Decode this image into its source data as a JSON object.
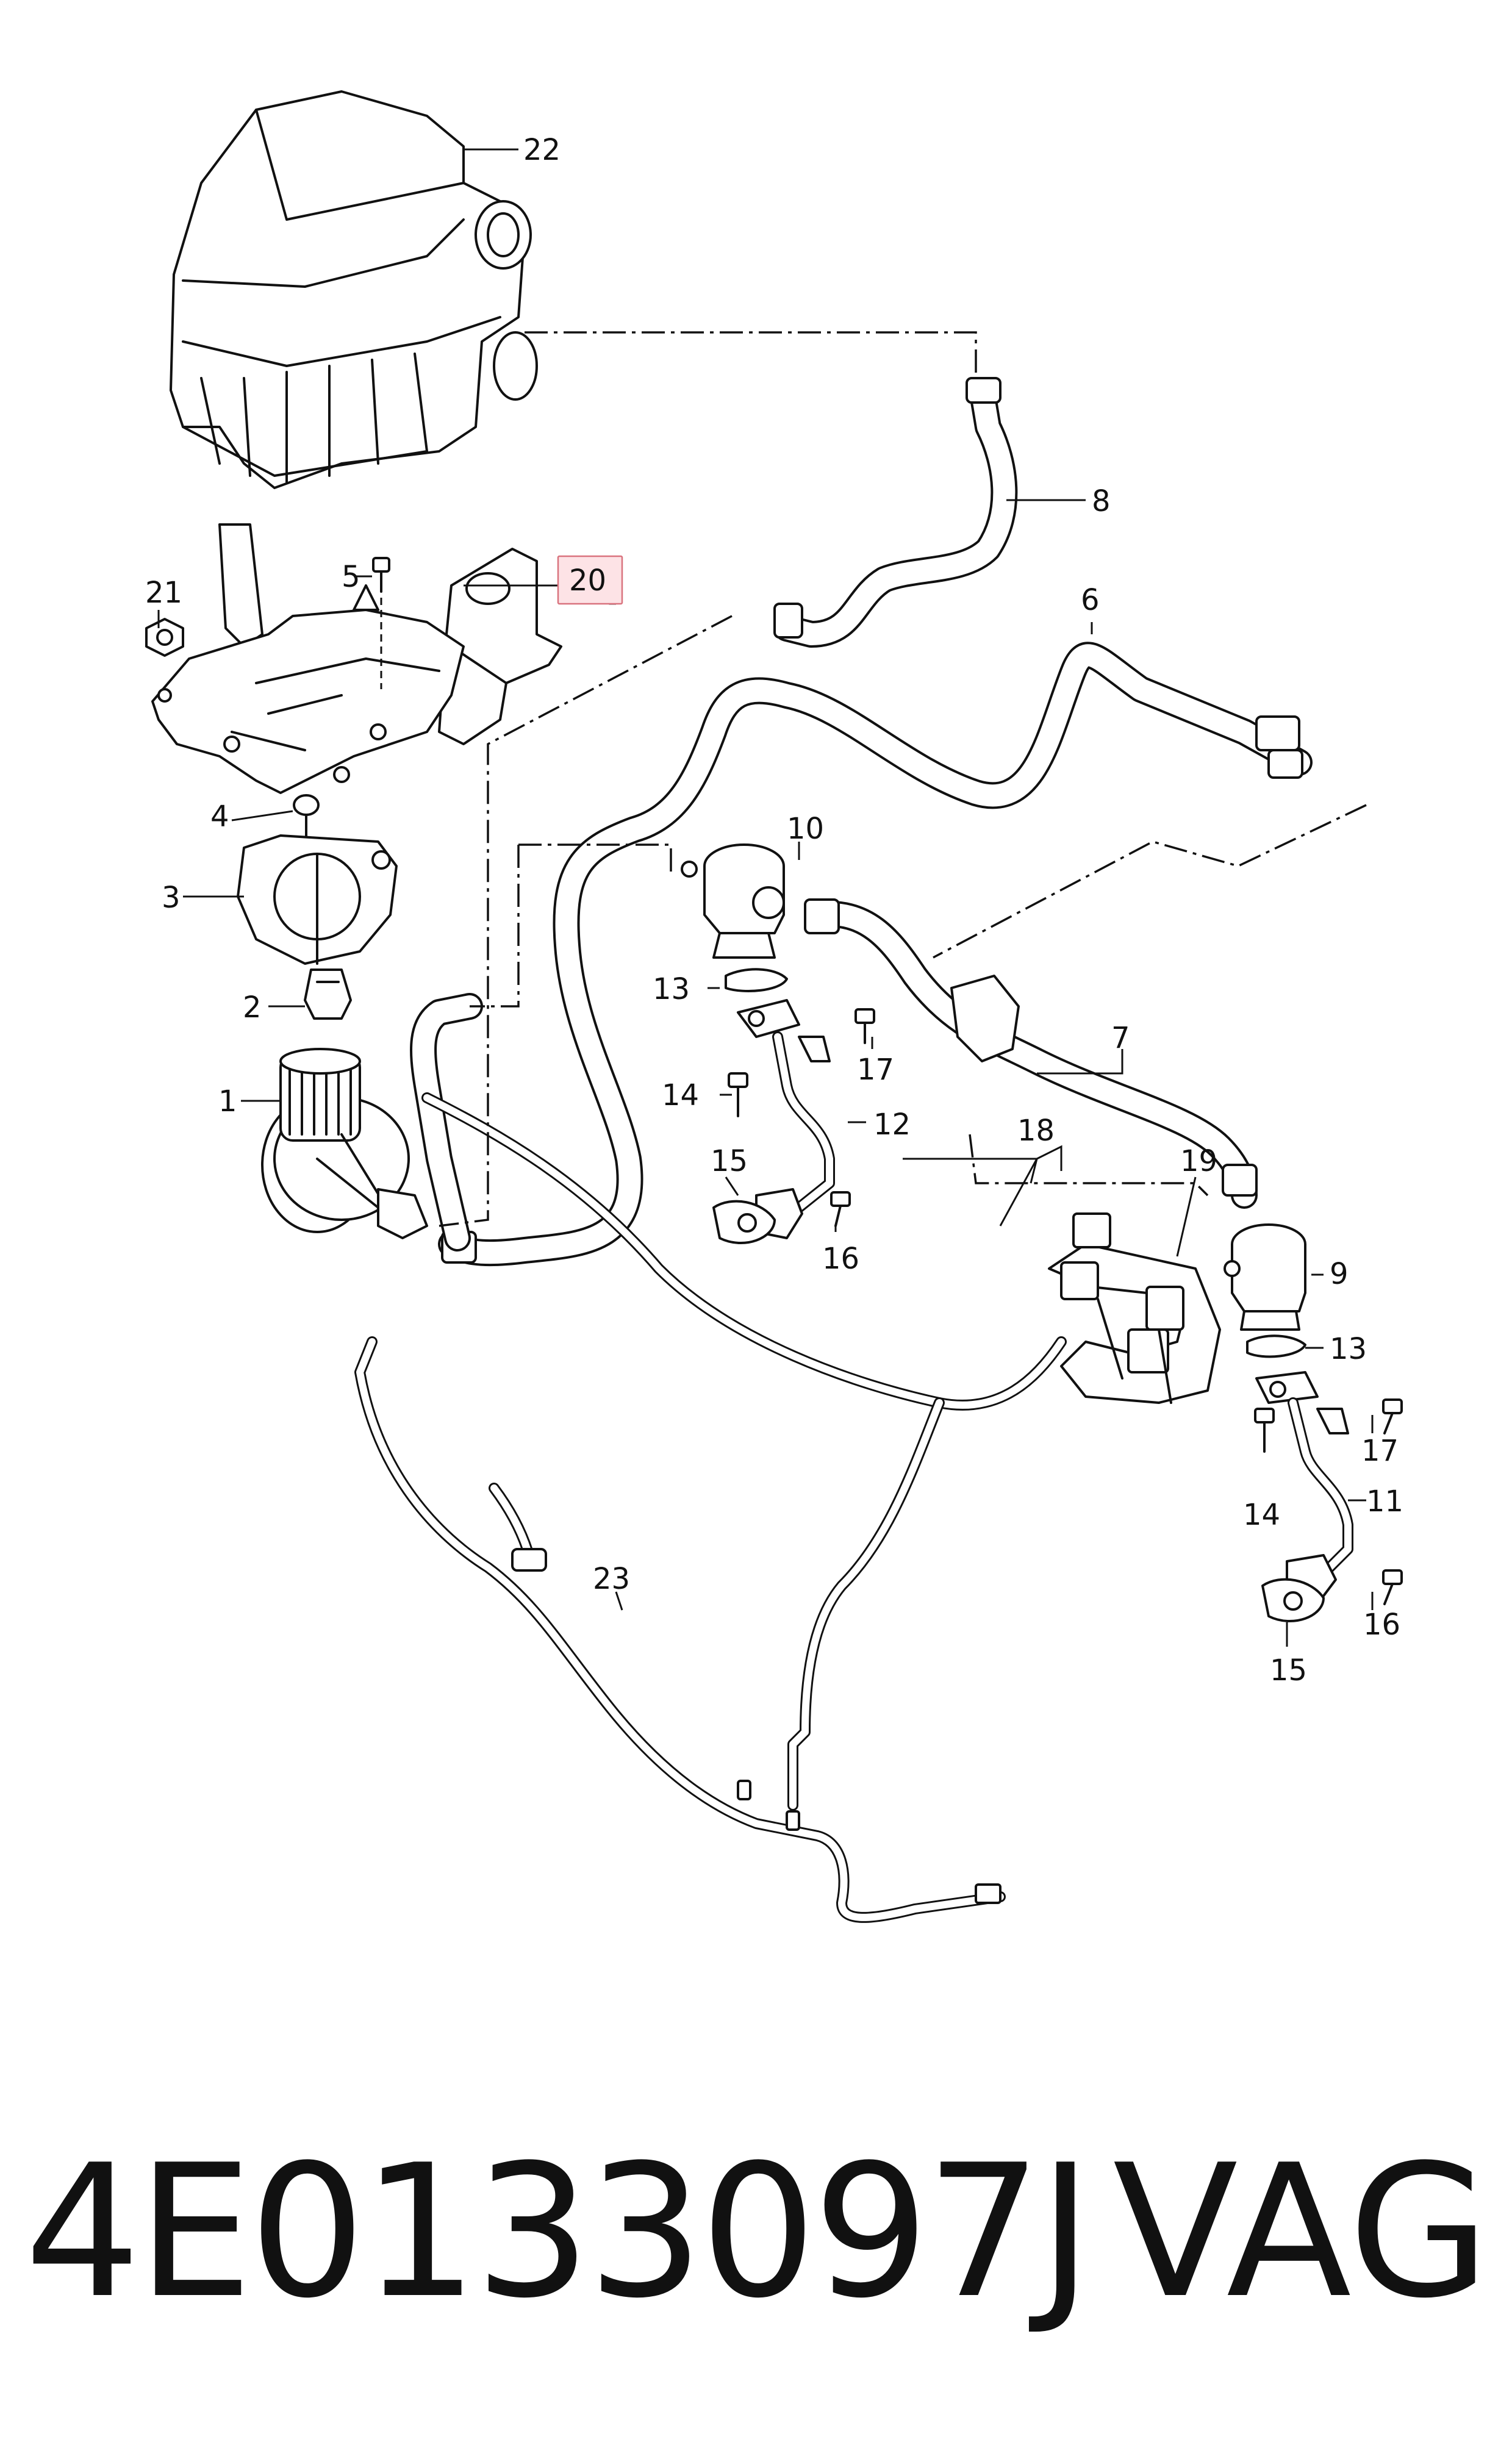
{
  "diagram": {
    "callouts": {
      "p1": "1",
      "p2": "2",
      "p3": "3",
      "p4": "4",
      "p5": "5",
      "p6": "6",
      "p7": "7",
      "p8": "8",
      "p9": "9",
      "p10": "10",
      "p11": "11",
      "p12": "12",
      "p13a": "13",
      "p13b": "13",
      "p14a": "14",
      "p14b": "14",
      "p15a": "15",
      "p15b": "15",
      "p16a": "16",
      "p16b": "16",
      "p17a": "17",
      "p17b": "17",
      "p18": "18",
      "p19": "19",
      "p20": "20",
      "p21": "21",
      "p22": "22",
      "p23": "23"
    },
    "highlighted_part": "20",
    "highlight_color": "#fde3e6"
  },
  "footer": {
    "part_number": "4E0133097J",
    "brand": "VAG"
  }
}
